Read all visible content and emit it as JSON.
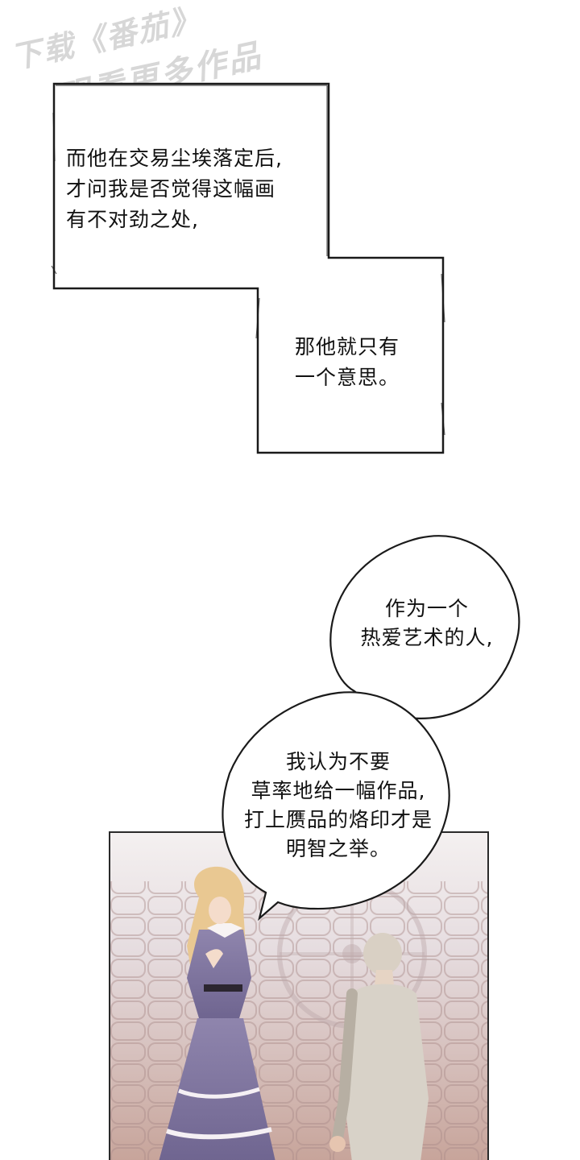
{
  "watermark": {
    "line1": "下载《番茄》",
    "line2": "观看更多作品"
  },
  "narration": {
    "box1_lines": [
      "而他在交易尘埃落定后,",
      "才问我是否觉得这幅画",
      "有不对劲之处,"
    ],
    "box2_lines": [
      "那他就只有",
      "一个意思。"
    ]
  },
  "bubbles": {
    "top_lines": [
      "作为一个",
      "热爱艺术的人,"
    ],
    "bottom_lines": [
      "我认为不要",
      "草率地给一幅作品,",
      "打上赝品的烙印才是",
      "明智之举。"
    ]
  },
  "colors": {
    "ink": "#111111",
    "dress": "#8a7ea8",
    "hair": "#e8c890",
    "suit": "#d9d3c9",
    "ground": "#c9a89a"
  }
}
